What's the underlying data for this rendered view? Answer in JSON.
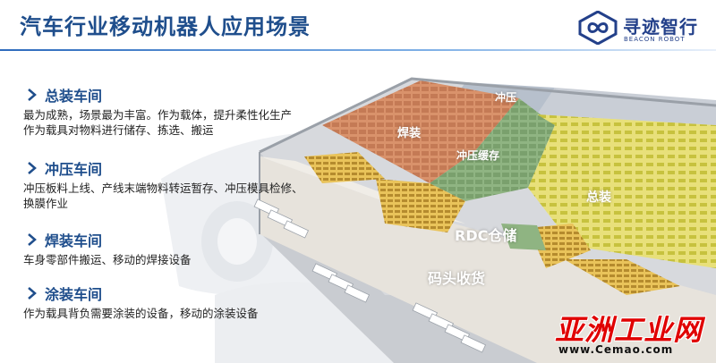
{
  "header": {
    "title": "汽车行业移动机器人应用场景",
    "logo_cn": "寻迹智行",
    "logo_en": "BEACON ROBOT"
  },
  "sections": [
    {
      "title": "总装车间",
      "body": "最为成熟，场景最为丰富。作为载体，提升柔性化生产\n作为载具对物料进行储存、拣选、搬运"
    },
    {
      "title": "冲压车间",
      "body": "冲压板料上线、产线末端物料转运暂存、冲压模具检修、\n换膜作业"
    },
    {
      "title": "焊装车间",
      "body": "车身零部件搬运、移动的焊接设备"
    },
    {
      "title": "涂装车间",
      "body": "作为载具背负需要涂装的设备，移动的涂装设备"
    }
  ],
  "zones": {
    "chongya": "冲压",
    "hanzhuang": "焊装",
    "chongya_store": "冲压缓存",
    "zongzhuang": "总装",
    "rdc": "RDC仓储",
    "dock": "码头收货"
  },
  "watermark": {
    "cn": "亚洲工业网",
    "url": "www.Cemao.com"
  },
  "colors": {
    "title_blue": "#1f4e8c",
    "logo_blue": "#23408a",
    "watermark_red": "#e00000"
  }
}
